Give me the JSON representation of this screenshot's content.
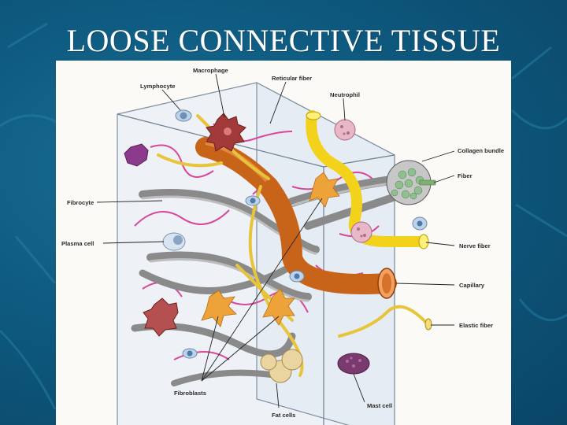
{
  "slide": {
    "title": "LOOSE CONNECTIVE TISSUE"
  },
  "figure": {
    "labels": {
      "macrophage": "Macrophage",
      "lymphocyte": "Lymphocyte",
      "reticular_fiber": "Reticular fiber",
      "neutrophil": "Neutrophil",
      "collagen_bundle": "Collagen bundle",
      "fiber": "Fiber",
      "fibrocyte": "Fibrocyte",
      "plasma_cell": "Plasma cell",
      "nerve_fiber": "Nerve fiber",
      "capillary": "Capillary",
      "elastic_fiber": "Elastic fiber",
      "fibroblasts": "Fibroblasts",
      "mast_cell": "Mast cell",
      "fat_cells": "Fat cells"
    }
  },
  "colors": {
    "background": "#0e5a80",
    "title_text": "#ffffff",
    "collagen": "#8a8a8a",
    "reticular_fiber": "#d9479a",
    "elastic_fiber": "#e8c43a",
    "nerve_fiber": "#f2d21a",
    "capillary": "#c8641a",
    "fibroblast": "#eea33a",
    "macrophage": "#a33a3a",
    "mast_cell": "#7a3a6e"
  }
}
